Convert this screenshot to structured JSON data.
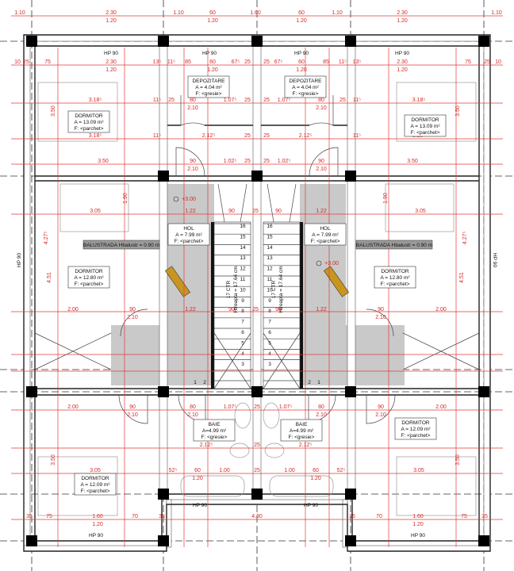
{
  "plan": {
    "rooms": [
      {
        "name": "DEPOZITARE",
        "area": "A = 4.04 m²",
        "floor": "F: <gresie>"
      },
      {
        "name": "DEPOZITARE",
        "area": "A = 4.04 m²",
        "floor": "F: <gresie>"
      },
      {
        "name": "DORMITOR",
        "area": "A = 13.09 m²",
        "floor": "F: <parchet>"
      },
      {
        "name": "DORMITOR",
        "area": "A = 13.09 m²",
        "floor": "F: <parchet>"
      },
      {
        "name": "HOL",
        "area": "A = 7.99 m²",
        "floor": "F: <parchet>"
      },
      {
        "name": "HOL",
        "area": "A = 7.99 m²",
        "floor": "F: <parchet>"
      },
      {
        "name": "DORMITOR",
        "area": "A = 12.80 m²",
        "floor": "F: <parchet>"
      },
      {
        "name": "DORMITOR",
        "area": "A = 12.80 m²",
        "floor": "F: <parchet>"
      },
      {
        "name": "BAIE",
        "area": "A=4.99 m²",
        "floor": "F: <gresie>"
      },
      {
        "name": "BAIE",
        "area": "A=4.99 m²",
        "floor": "F: <gresie>"
      },
      {
        "name": "DORMITOR",
        "area": "A = 12.09 m²",
        "floor": "F: <parchet>"
      },
      {
        "name": "DORMITOR",
        "area": "A = 12.09 m²",
        "floor": "F: <parchet>"
      }
    ],
    "balustrade": [
      "BALUSTRADA Hbalustr = 0.90 m",
      "BALUSTRADA Hbalustr = 0.90 m"
    ],
    "elevation": [
      "+3.00",
      "+3.00"
    ],
    "stair_info": [
      "17 CTR",
      "Htreapta = 17.64 cm",
      "17 CTR",
      "Htreapta = 17.64 cm"
    ],
    "stair_steps_left": [
      "16",
      "15",
      "14",
      "13",
      "12",
      "11",
      "10",
      "9",
      "8",
      "7",
      "6",
      "5",
      "4",
      "3"
    ],
    "stair_steps_right": [
      "16",
      "15",
      "14",
      "13",
      "12",
      "11",
      "10",
      "9",
      "8",
      "7",
      "6",
      "5",
      "4",
      "3"
    ],
    "stair_small_steps": [
      "1",
      "2",
      "2",
      "1"
    ],
    "window_labels": [
      "HP 90",
      "HP 90",
      "HP 90",
      "HP 90",
      "HP 90",
      "HP 90",
      "HP 90",
      "HP 90",
      "HP 90",
      "HP 90"
    ],
    "dimensions": [
      "1.10",
      "2.30",
      "1.20",
      "1.10",
      "60",
      "1.20",
      "1.60",
      "60",
      "1.20",
      "1.10",
      "2.30",
      "1.20",
      "1.10",
      "10",
      "25",
      "75",
      "2.30",
      "1.20",
      "13⁵",
      "11⁵",
      "85",
      "60",
      "1.20",
      "67⁵",
      "25",
      "25",
      "67⁵",
      "60",
      "1.20",
      "85",
      "11⁵",
      "13⁵",
      "2.30",
      "1.20",
      "75",
      "25",
      "10",
      "3.18⁵",
      "11⁵",
      "25",
      "80",
      "2.10",
      "1.07⁵",
      "25",
      "25",
      "1.07⁵",
      "80",
      "2.10",
      "25",
      "11⁵",
      "3.18⁵",
      "3.18⁵",
      "11⁵",
      "2.12⁵",
      "25",
      "25",
      "2.12⁵",
      "11⁵",
      "3.18⁵",
      "3.50",
      "90",
      "2.10",
      "1.02⁵",
      "25",
      "25",
      "1.02⁵",
      "90",
      "2.10",
      "3.50",
      "3.05",
      "1.22",
      "90",
      "25",
      "90",
      "1.22",
      "3.05",
      "2.00",
      "90",
      "2.10",
      "1.22",
      "90",
      "25",
      "90",
      "1.22",
      "90",
      "2.10",
      "2.00",
      "2.00",
      "90",
      "2.10",
      "80",
      "2.10",
      "1.07⁵",
      "25",
      "1.07⁵",
      "80",
      "2.10",
      "90",
      "2.10",
      "2.00",
      "2.12⁵",
      "25",
      "2.12⁵",
      "3.05",
      "52⁵",
      "60",
      "1.20",
      "1.00",
      "25",
      "1.00",
      "60",
      "1.20",
      "52⁵",
      "3.05",
      "35",
      "75",
      "1.60",
      "1.20",
      "70",
      "35",
      "4.30",
      "35",
      "70",
      "1.60",
      "1.20",
      "75",
      "35",
      "3.50",
      "3.50",
      "4.27⁵",
      "4.51",
      "1.90",
      "1.90",
      "3.50",
      "3.50",
      "4.27⁵",
      "4.51"
    ]
  },
  "colors": {
    "dimension": "#e03a3a",
    "hall_fill": "#c9c9c9",
    "wall": "#222222",
    "shaft": "#c8961e"
  }
}
